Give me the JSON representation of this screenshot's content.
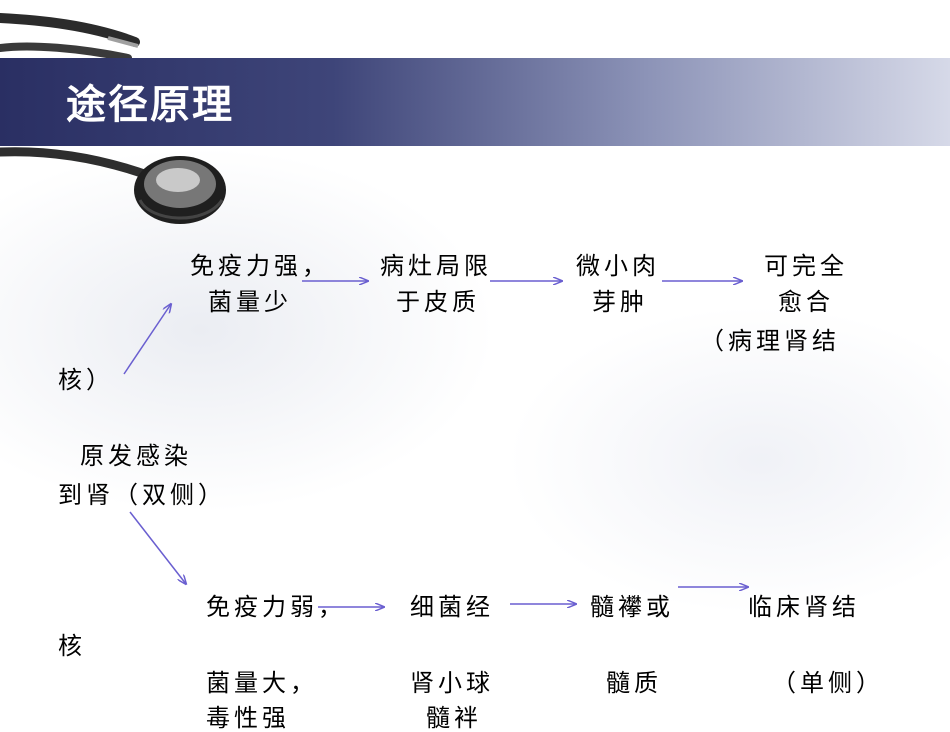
{
  "slide": {
    "title": "途径原理"
  },
  "flow": {
    "strong": {
      "step1": [
        "免疫力强，",
        "菌量少"
      ],
      "step2": [
        "病灶局限",
        "于皮质"
      ],
      "step3": [
        "微小肉",
        "芽肿"
      ],
      "step4": [
        "可完全",
        "愈合"
      ],
      "note": "（病理肾结",
      "note_end": "核）"
    },
    "origin": [
      "原发感染",
      "到肾（双侧）"
    ],
    "weak": {
      "step1": [
        "免疫力弱，",
        "菌量大，",
        "毒性强"
      ],
      "step2": [
        "细菌经",
        "肾小球",
        "髓袢"
      ],
      "step3": [
        "髓襻或",
        "髓质"
      ],
      "step4": [
        "临床肾结",
        "（单侧）"
      ],
      "note_end": "核"
    }
  },
  "colors": {
    "arrow": "#6a5fd0",
    "band_dark": "#2a2f63"
  },
  "icons": [
    "stethoscope-icon"
  ]
}
